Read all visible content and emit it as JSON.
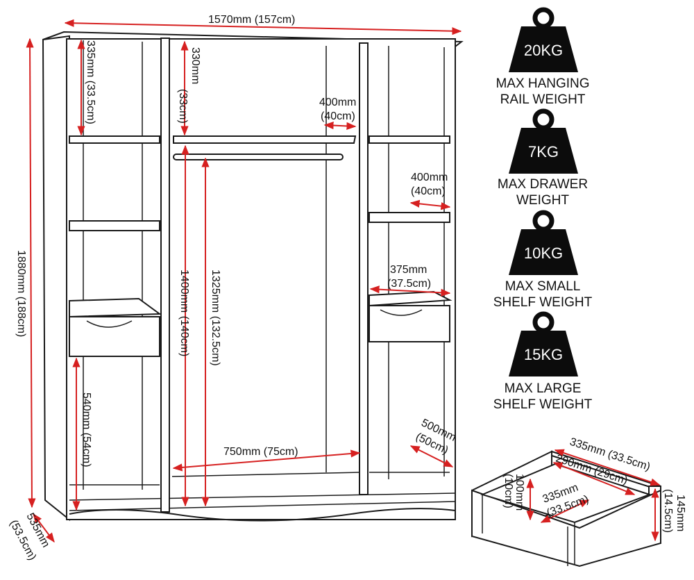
{
  "wardrobe": {
    "dimensions": {
      "width": "1570mm (157cm)",
      "height": "1880mm (188cm)",
      "depth_a": "535mm",
      "depth_b": "(53.5cm)",
      "left_top_gap_a": "335mm (33.5cm)",
      "centre_top_gap_a": "330mm",
      "centre_top_gap_b": "(33cm)",
      "centre_shelf_depth_a": "400mm",
      "centre_shelf_depth_b": "(40cm)",
      "right_shelf_depth_a": "400mm",
      "right_shelf_depth_b": "(40cm)",
      "right_drawer_width_a": "375mm",
      "right_drawer_width_b": "(37.5cm)",
      "hanging_height_a": "1400mm (140cm)",
      "hanging_height_b": "1325mm (132.5cm)",
      "left_lower_gap": "540mm (54cm)",
      "centre_width": "750mm (75cm)",
      "base_depth_a": "500mm",
      "base_depth_b": "(50cm)"
    }
  },
  "drawer": {
    "dimensions": {
      "outer_width": "335mm (33.5cm)",
      "inner_width": "290mm (29cm)",
      "inner_depth_a": "335mm",
      "inner_depth_b": "(33.5cm)",
      "inner_height_a": "100mm",
      "inner_height_b": "(10cm)",
      "outer_height_a": "145mm",
      "outer_height_b": "(14.5cm)"
    }
  },
  "weights": [
    {
      "value": "20KG",
      "line1": "MAX HANGING",
      "line2": "RAIL WEIGHT"
    },
    {
      "value": "7KG",
      "line1": "MAX DRAWER",
      "line2": "WEIGHT"
    },
    {
      "value": "10KG",
      "line1": "MAX SMALL",
      "line2": "SHELF WEIGHT"
    },
    {
      "value": "15KG",
      "line1": "MAX LARGE",
      "line2": "SHELF WEIGHT"
    }
  ],
  "colors": {
    "outline": "#1a1a1a",
    "dimension": "#d62020",
    "weight_icon": "#0c0c0c"
  }
}
